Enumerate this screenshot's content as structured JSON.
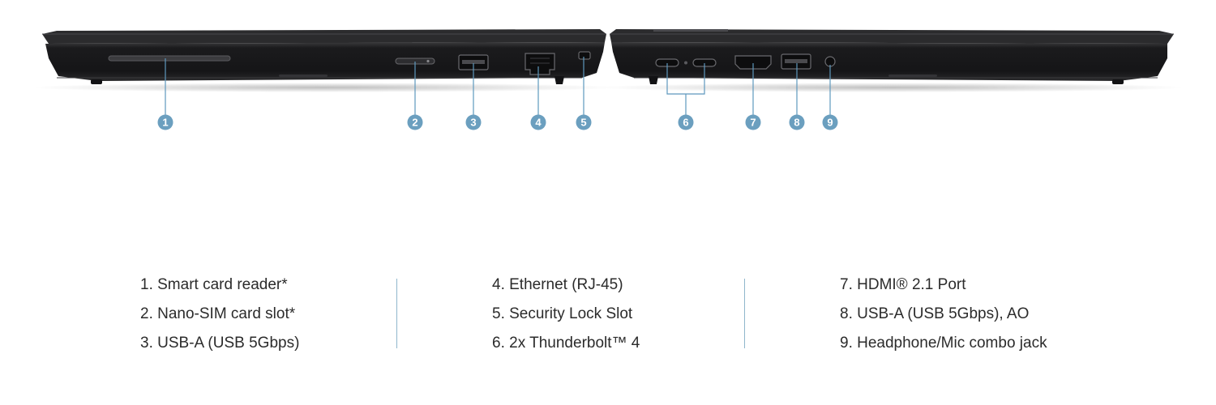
{
  "callouts": [
    "1",
    "2",
    "3",
    "4",
    "5",
    "6",
    "7",
    "8",
    "9"
  ],
  "legend": {
    "col1": [
      "1. Smart card reader*",
      "2. Nano-SIM card slot*",
      "3. USB-A (USB 5Gbps)"
    ],
    "col2": [
      "4. Ethernet (RJ-45)",
      "5. Security Lock Slot",
      "6. 2x Thunderbolt™ 4"
    ],
    "col3": [
      "7. HDMI® 2.1 Port",
      "8. USB-A (USB 5Gbps), AO",
      "9. Headphone/Mic combo jack"
    ]
  },
  "colors": {
    "callout": "#6b9fbf",
    "leader": "#5e98bd",
    "chassis": "#1f1f21",
    "divider": "#8fb7cc"
  },
  "icons": [
    "laptop-left-side",
    "laptop-right-side",
    "smart-card-slot-icon",
    "sim-tray-icon",
    "usb-a-port-icon",
    "ethernet-port-icon",
    "lock-slot-icon",
    "usb-c-port-icon",
    "hdmi-port-icon",
    "audio-jack-icon"
  ]
}
